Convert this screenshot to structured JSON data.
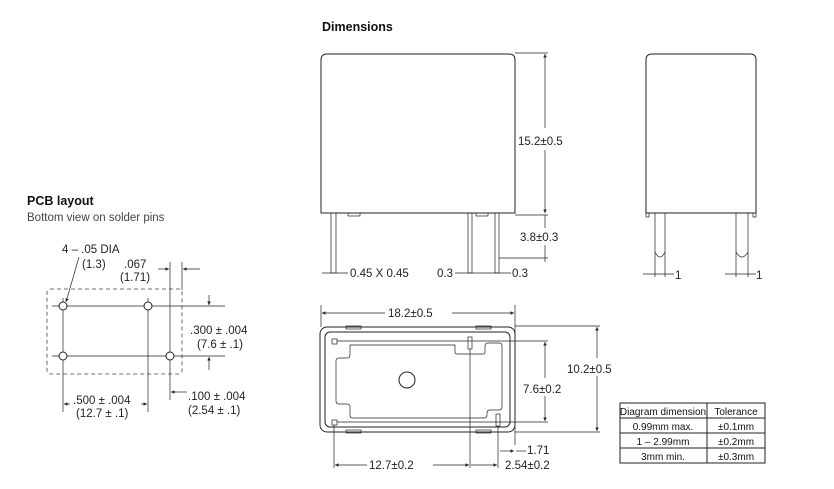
{
  "dimensions": {
    "title": "Dimensions",
    "front_view": {
      "height": "15.2±0.5",
      "pin_length": "3.8±0.3",
      "pin_size": "0.45 X 0.45",
      "pin_gap_left": "0.3",
      "pin_gap_right": "0.3"
    },
    "side_view": {
      "pin_offset_left": "1",
      "pin_offset_right": "1"
    },
    "bottom_view": {
      "width": "18.2±0.5",
      "depth": "10.2±0.5",
      "pin_row_spacing": "7.6±0.2",
      "pin_offset": "1.71",
      "pin_pitch_long": "12.7±0.2",
      "pin_pitch_short": "2.54±0.2"
    }
  },
  "pcb_layout": {
    "title": "PCB layout",
    "subtitle": "Bottom view on solder pins",
    "hole_dia": "4 – .05 DIA",
    "hole_dia_mm": "(1.3)",
    "offset_in": ".067",
    "offset_mm": "(1.71)",
    "row_spacing_in": ".300 ± .004",
    "row_spacing_mm": "(7.6 ± .1)",
    "long_pitch_in": ".500 ± .004",
    "long_pitch_mm": "(12.7 ± .1)",
    "short_pitch_in": ".100 ± .004",
    "short_pitch_mm": "(2.54 ± .1)"
  },
  "tolerance_table": {
    "headers": [
      "Diagram dimension",
      "Tolerance"
    ],
    "rows": [
      [
        "0.99mm max.",
        "±0.1mm"
      ],
      [
        "1 – 2.99mm",
        "±0.2mm"
      ],
      [
        "3mm min.",
        "±0.3mm"
      ]
    ]
  }
}
